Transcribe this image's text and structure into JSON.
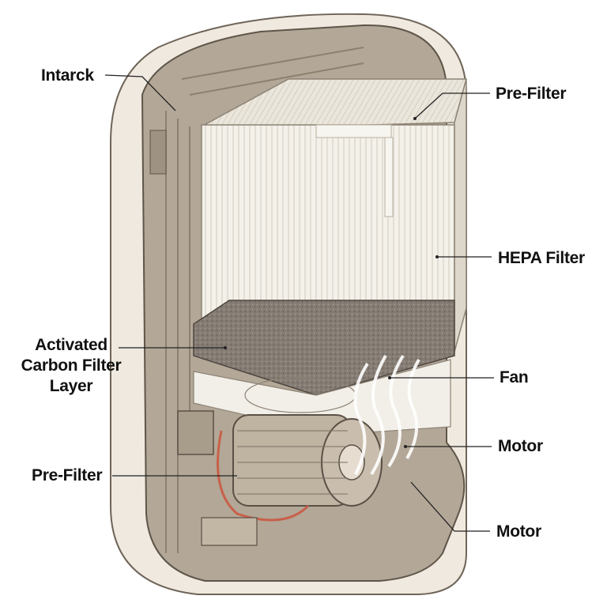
{
  "labels": {
    "intake": "Intarck",
    "pre_filter_top": "Pre-Filter",
    "hepa_filter": "HEPA Filter",
    "carbon_line1": "Activated",
    "carbon_line2": "Carbon Filter",
    "carbon_line3": "Layer",
    "fan": "Fan",
    "motor_upper": "Motor",
    "pre_filter_bottom": "Pre-Filter",
    "motor_lower": "Motor"
  },
  "colors": {
    "shell": "#efe9df",
    "interior": "#b3a797",
    "filter": "#f4f1ea",
    "carbon": "#857c74",
    "wire": "#c8604a"
  }
}
